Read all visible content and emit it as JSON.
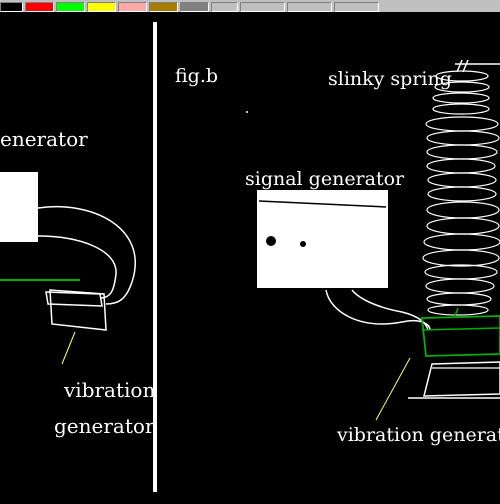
{
  "palette": {
    "colors": [
      "#000000",
      "#ff0000",
      "#00ff00",
      "#ffff00",
      "#ffa8a8",
      "#a87c00",
      "#808080",
      "#c0c0c0",
      "#c0c0c0",
      "#c0c0c0",
      "#c0c0c0"
    ]
  },
  "fig_a": {
    "signal_generator_label": "enerator",
    "vibration_generator_label_line1": "vibration",
    "vibration_generator_label_line2": "generator"
  },
  "fig_b": {
    "figure_label": "fig.b",
    "slinky_spring_label": "slinky spring",
    "signal_generator_label": "signal generator",
    "vibration_generator_label": "vibration generator"
  },
  "colors": {
    "background": "#000000",
    "stroke": "#ffffff",
    "vibration_generator_box": "#00b000",
    "leader_line": "#ffff66"
  }
}
